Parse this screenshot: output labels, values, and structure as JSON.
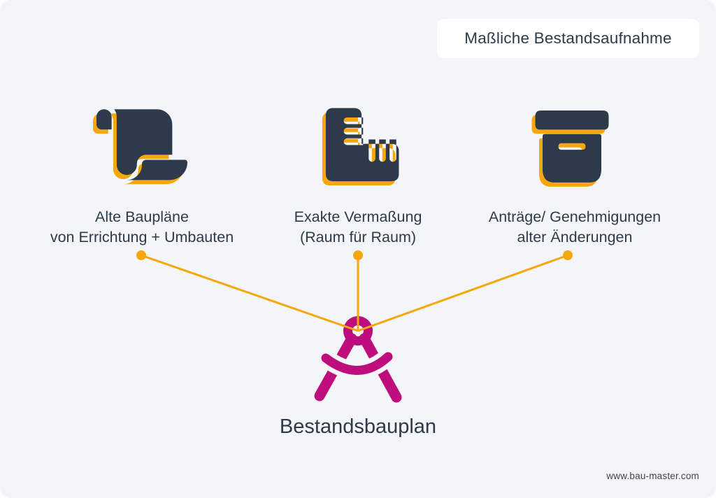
{
  "badge": {
    "label": "Maßliche Bestandsaufnahme"
  },
  "items": [
    {
      "id": "old-plans",
      "icon": "scroll-icon",
      "line1": "Alte Baupläne",
      "line2": "von Errichtung + Umbauten"
    },
    {
      "id": "measurement",
      "icon": "ruler-icon",
      "line1": "Exakte Vermaßung",
      "line2": "(Raum für Raum)"
    },
    {
      "id": "permits",
      "icon": "archive-box-icon",
      "line1": "Anträge/ Genehmigungen",
      "line2": "alter Änderungen"
    }
  ],
  "center": {
    "icon": "drafting-compass-icon",
    "label": "Bestandsbauplan"
  },
  "footer": {
    "website": "www.bau-master.com"
  },
  "colors": {
    "background": "#F4F5F9",
    "ink": "#2D3A49",
    "amber": "#F5A70D",
    "magenta": "#BE0D7C",
    "card": "#FFFFFF"
  }
}
